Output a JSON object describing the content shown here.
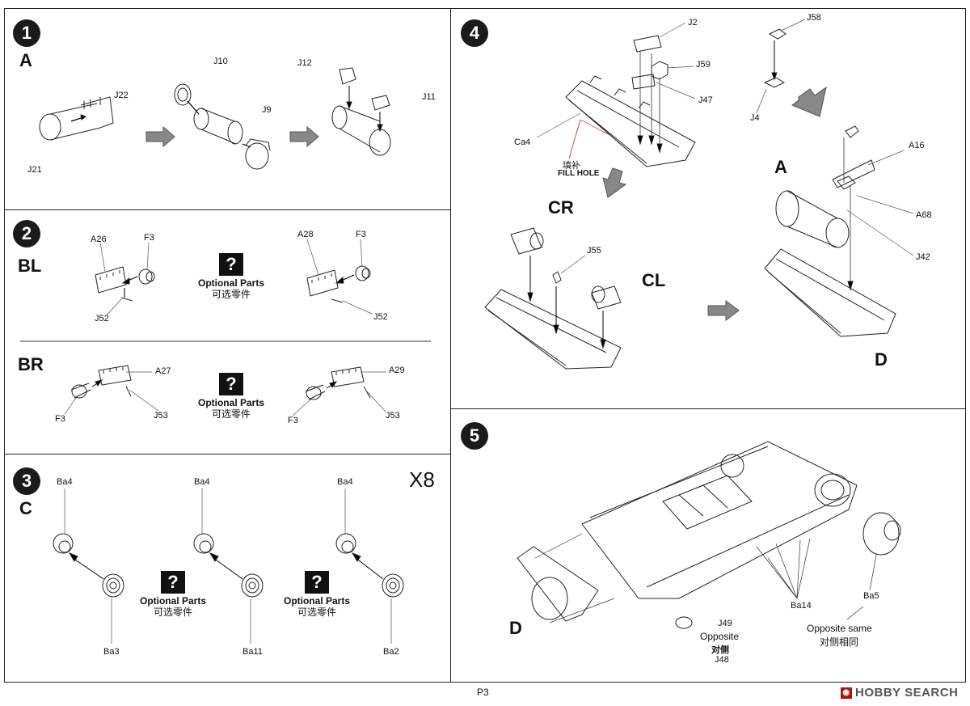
{
  "steps": {
    "s1": {
      "num": "1",
      "sub_a": "A",
      "labels": [
        "J10",
        "J22",
        "J9",
        "J21",
        "J12",
        "J11"
      ]
    },
    "s2": {
      "num": "2",
      "sub_bl": "BL",
      "sub_br": "BR",
      "bl_labels": [
        "A26",
        "F3",
        "J52",
        "A28",
        "F3",
        "J52"
      ],
      "br_labels": [
        "A27",
        "F3",
        "J53",
        "A29",
        "F3",
        "J53"
      ]
    },
    "s3": {
      "num": "3",
      "sub_c": "C",
      "multiplier": "X8",
      "labels": [
        "Ba4",
        "Ba3",
        "Ba4",
        "Ba11",
        "Ba4",
        "Ba2"
      ]
    },
    "s4": {
      "num": "4",
      "labels": [
        "J2",
        "J59",
        "J47",
        "Ca4",
        "J58",
        "J4",
        "A16",
        "A68",
        "J42",
        "J55"
      ],
      "fill_cn": "填补",
      "fill_en": "FILL HOLE",
      "cr": "CR",
      "cl": "CL",
      "a": "A",
      "d": "D"
    },
    "s5": {
      "num": "5",
      "labels": [
        "Ba14",
        "Ba5",
        "J49",
        "J48"
      ],
      "d": "D",
      "opp_en": "Opposite",
      "opp_cn": "对侧",
      "opp_same_en": "Opposite same",
      "opp_same_cn": "对侧相同"
    }
  },
  "optional": {
    "icon": "?",
    "en": "Optional Parts",
    "cn": "可选零件"
  },
  "footer": {
    "page": "P3",
    "watermark": "HOBBY SEARCH"
  }
}
